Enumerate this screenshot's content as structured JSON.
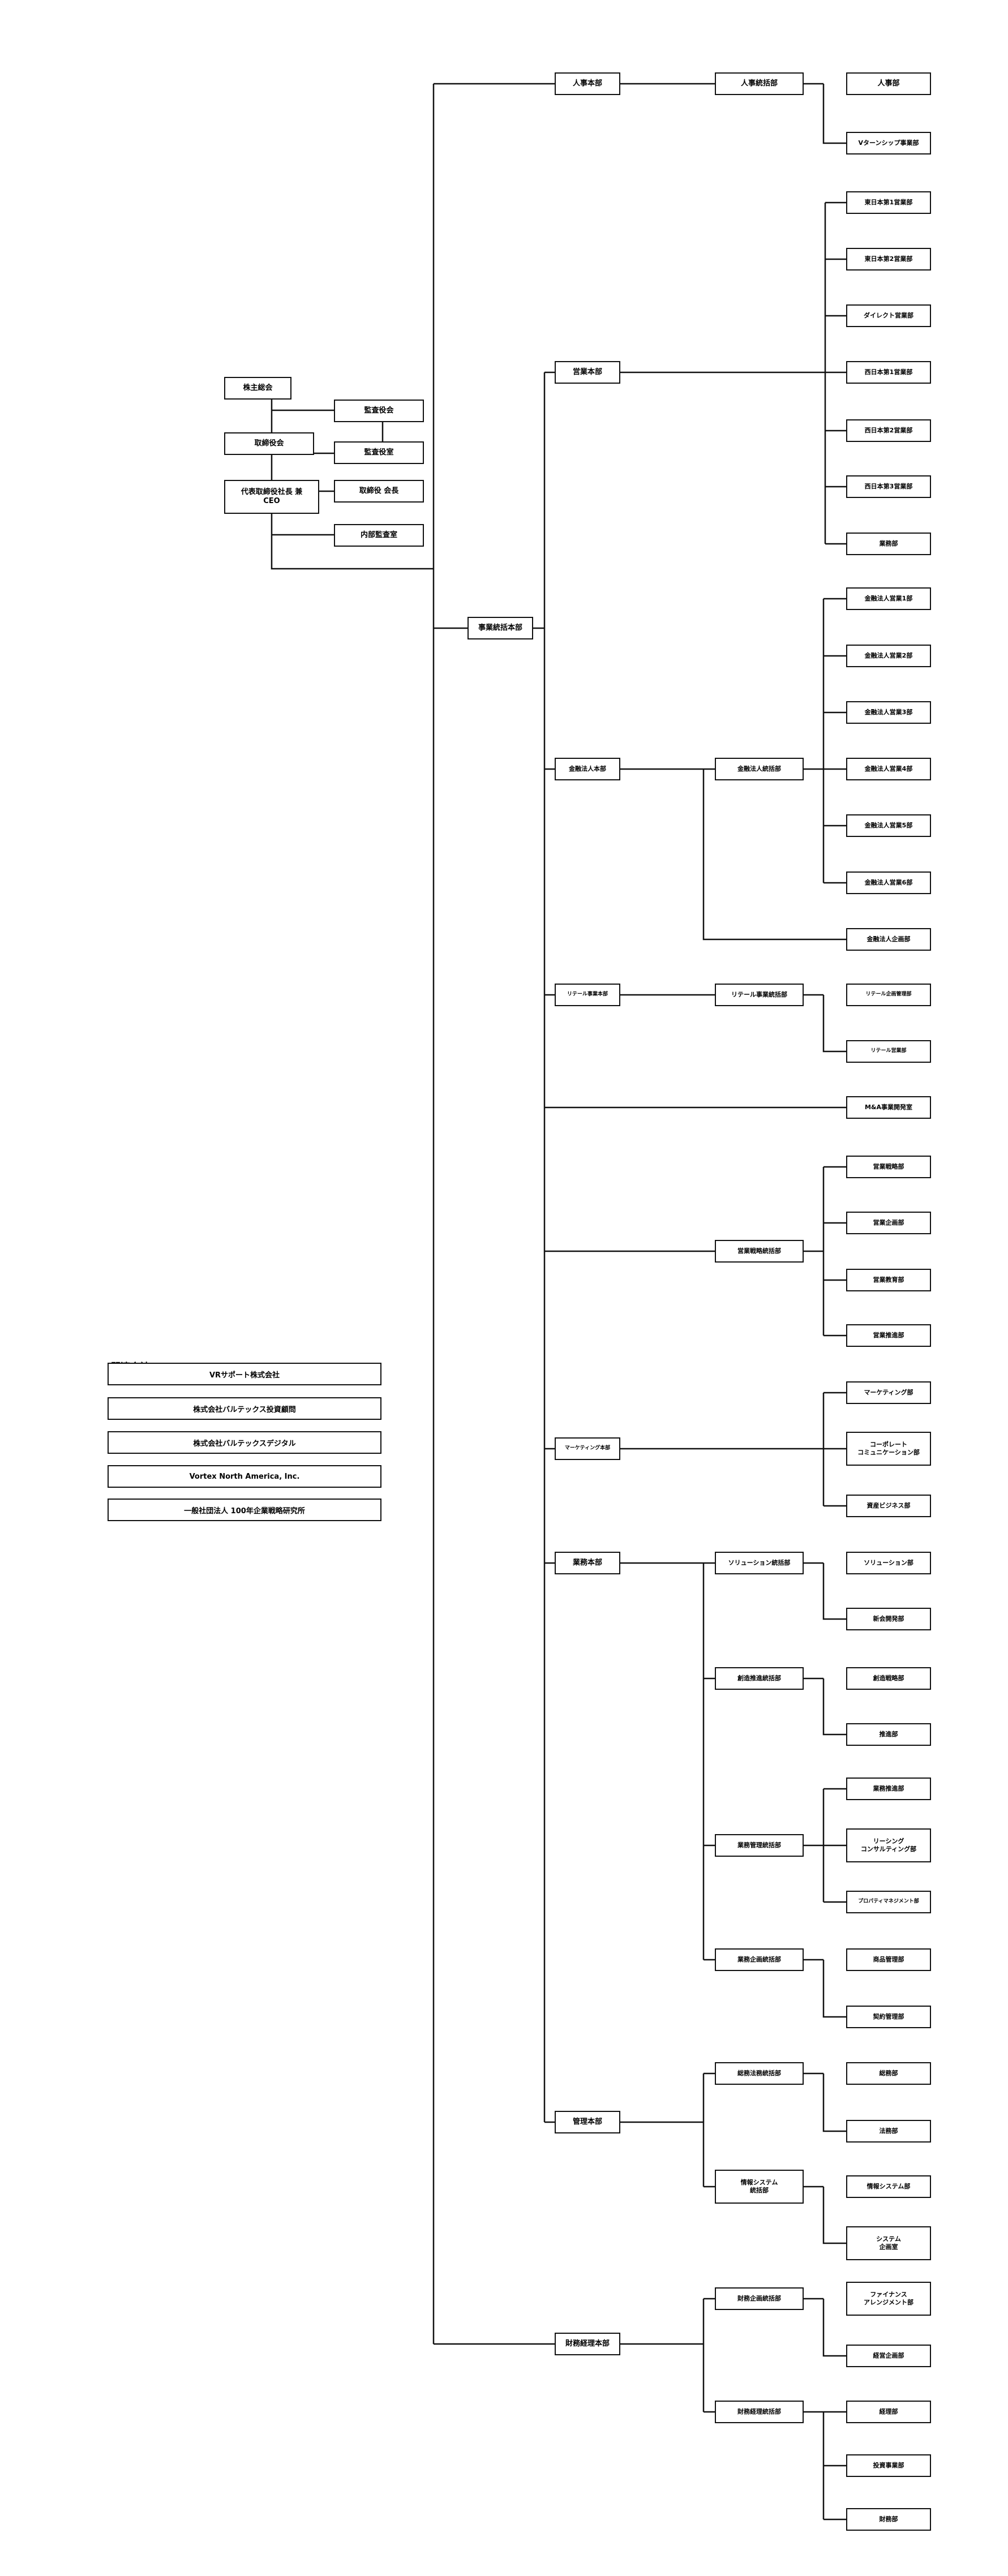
{
  "governance": {
    "shareholders": "株主総会",
    "auditors_board": "監査役会",
    "board": "取締役会",
    "auditor": "監査役室",
    "ceo": "代表取締役社長 兼\nCEO",
    "chairman": "取締役 会長",
    "internal_audit": "内部監査室"
  },
  "hq": "事業統括本部",
  "divisions": {
    "hr": "人事本部",
    "hr_dept": "人事統括部",
    "hr_units": [
      "人事部",
      "Vターンシップ事業部"
    ],
    "sales": "営業本部",
    "sales_units": [
      "東日本第1営業部",
      "東日本第2営業部",
      "ダイレクト営業部",
      "西日本第1営業部",
      "西日本第2営業部",
      "西日本第3営業部",
      "業務部"
    ],
    "fin": "金融法人本部",
    "fin_dept": "金融法人統括部",
    "fin_units": [
      "金融法人営業1部",
      "金融法人営業2部",
      "金融法人営業3部",
      "金融法人営業4部",
      "金融法人営業5部",
      "金融法人営業6部"
    ],
    "fin_plan": "金融法人企画部",
    "retail": "リテール事業本部",
    "retail_dept": "リテール事業統括部",
    "retail_units": [
      "リテール企画管理部",
      "リテール営業部"
    ],
    "ma": "M&A事業開発室",
    "strategy_dept": "営業戦略統括部",
    "strategy_units": [
      "営業戦略部",
      "営業企画部",
      "営業教育部",
      "営業推進部"
    ],
    "marketing": "マーケティング本部",
    "marketing_units": [
      "マーケティング部",
      "コーポレート\nコミュニケーション部",
      "資産ビジネス部"
    ],
    "ops": "業務本部",
    "solution_dept": "ソリューション統括部",
    "solution_units": [
      "ソリューション部",
      "新会開発部"
    ],
    "creation_dept": "創造推進統括部",
    "creation_units": [
      "創造戦略部",
      "推進部"
    ],
    "biz_dept": "業務管理統括部",
    "biz_units": [
      "業務推進部",
      "リーシング\nコンサルティング部",
      "プロパティマネジメント部"
    ],
    "plan_dept": "業務企画統括部",
    "plan_units": [
      "商品管理部",
      "契約管理部"
    ],
    "mgmt": "管理本部",
    "gl_dept": "総務法務統括部",
    "gl_units": [
      "総務部",
      "法務部"
    ],
    "is_dept": "情報システム\n統括部",
    "is_units": [
      "情報システム部",
      "システム\n企画室"
    ],
    "finance": "財務経理本部",
    "fp_dept": "財務企画統括部",
    "fp_units": [
      "ファイナンス\nアレンジメント部",
      "経営企画部"
    ],
    "fa_dept": "財務経理統括部",
    "fa_units": [
      "経理部",
      "投資事業部",
      "財務部"
    ]
  },
  "related": {
    "title": "関連会社",
    "companies": [
      "VRサポート株式会社",
      "株式会社バルテックス投資顧問",
      "株式会社バルテックスデジタル",
      "Vortex North America, Inc.",
      "一般社団法人 100年企業戦略研究所"
    ]
  }
}
